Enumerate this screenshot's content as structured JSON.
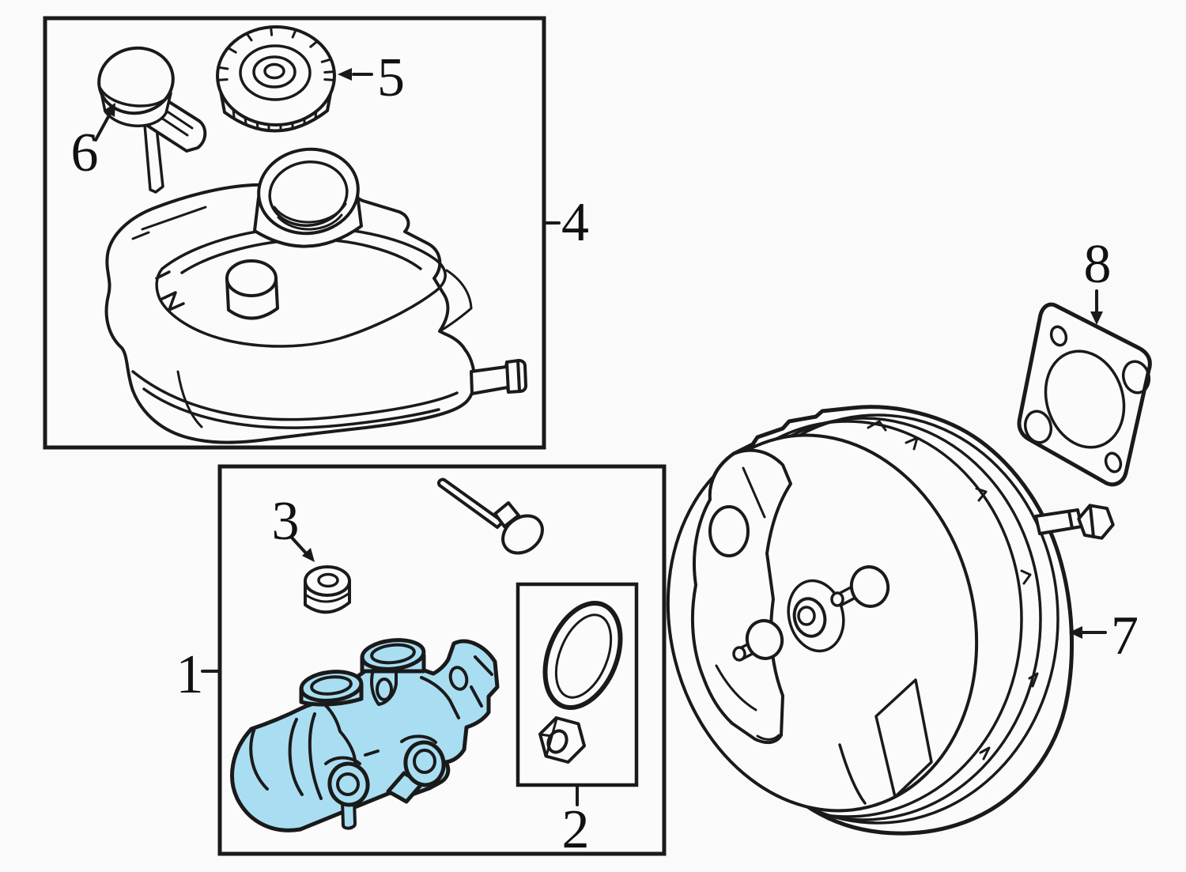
{
  "diagram": {
    "kind": "exploded-parts-line-drawing",
    "subject": "brake-master-cylinder-reservoir-and-power-booster",
    "colors": {
      "background": "#FAFAFA",
      "line": "#1A1A1A",
      "highlight": "#A9DEF2"
    },
    "callouts": [
      {
        "label": "1",
        "part": "brake-master-cylinder",
        "highlighted": true
      },
      {
        "label": "2",
        "part": "master-cylinder-repair-kit",
        "highlighted": false
      },
      {
        "label": "3",
        "part": "reservoir-grommet",
        "highlighted": false
      },
      {
        "label": "4",
        "part": "fluid-reservoir-assembly",
        "highlighted": false
      },
      {
        "label": "5",
        "part": "reservoir-cap",
        "highlighted": false
      },
      {
        "label": "6",
        "part": "fluid-level-sensor",
        "highlighted": false
      },
      {
        "label": "7",
        "part": "power-brake-booster",
        "highlighted": false
      },
      {
        "label": "8",
        "part": "booster-mounting-gasket",
        "highlighted": false
      }
    ]
  }
}
